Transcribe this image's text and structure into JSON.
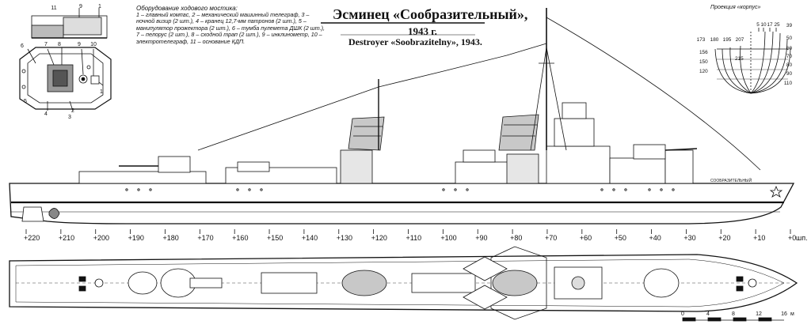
{
  "title_ru": "Эсминец «Сообразительный»,",
  "title_year": "1943 г.",
  "title_en": "Destroyer «Soobrazitelny», 1943.",
  "legend": {
    "heading": "Оборудование ходового мостика:",
    "text": "1 – главный компас, 2 – механический машинный телеграф, 3 – ночной визир (2 шт.), 4 – кранец 12,7-мм патронов (2 шт.), 5 – манипулятор прожектора (2 шт.), 6 – тумба пулемета ДШК (2 шт.), 7 – пелорус (2 шт.), 8 – сходной трап (2 шт.), 9 – инклинометр, 10 – электротелеграф, 11 – основание КДП."
  },
  "bridge_callouts": [
    "11",
    "9",
    "1",
    "6",
    "7",
    "8",
    "9",
    "10",
    "5",
    "2",
    "1",
    "4",
    "3"
  ],
  "projection": {
    "title": "Проекция «корпус»",
    "top_labels": [
      "5",
      "10",
      "17",
      "25"
    ],
    "right_labels": [
      "39",
      "50",
      "60",
      "70",
      "80",
      "90",
      "110"
    ],
    "left_top_labels": [
      "173",
      "180",
      "195",
      "207"
    ],
    "left_labels": [
      "156",
      "150",
      "120"
    ],
    "inner_label": "215"
  },
  "hull_name": "СООБРАЗИТЕЛЬНЫЙ",
  "frames": [
    "220",
    "210",
    "200",
    "190",
    "180",
    "170",
    "160",
    "150",
    "140",
    "130",
    "120",
    "110",
    "100",
    "90",
    "80",
    "70",
    "60",
    "50",
    "40",
    "30",
    "20",
    "10",
    "0"
  ],
  "frame_unit": "шп.",
  "scale": {
    "ticks": [
      "0",
      "4",
      "8",
      "12",
      "16"
    ],
    "unit": "м"
  },
  "colors": {
    "ink": "#111111",
    "paper": "#ffffff",
    "shade": "#c8c8c8",
    "dark": "#555555"
  }
}
